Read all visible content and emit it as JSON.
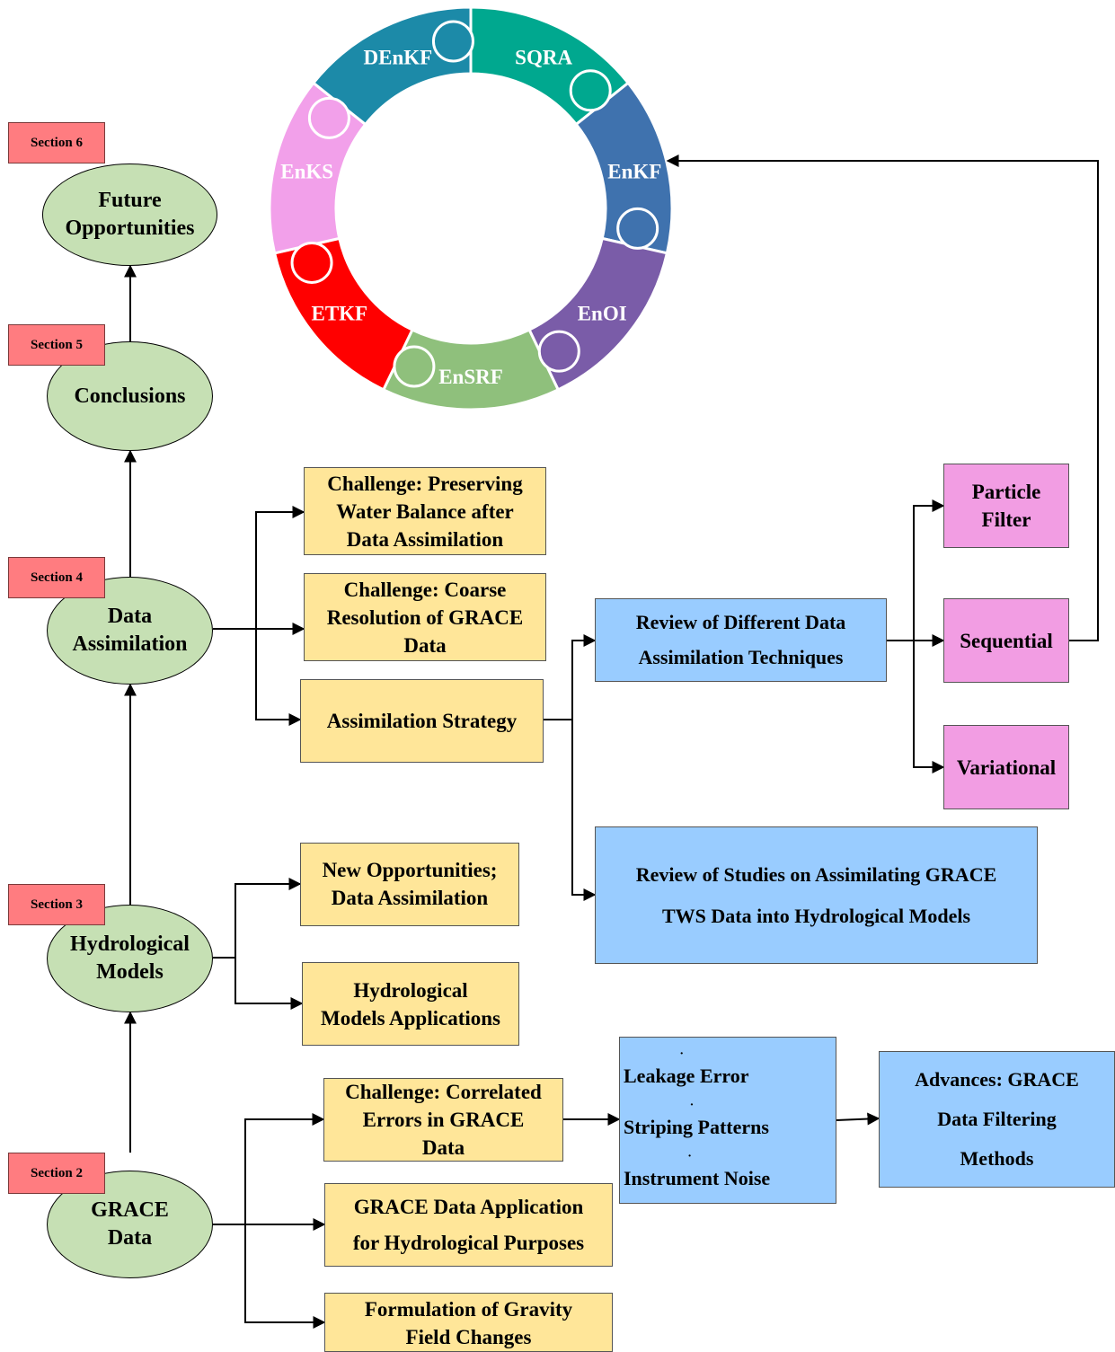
{
  "colors": {
    "section_tag": "#ff7c80",
    "ellipse": "#c6e0b4",
    "yellow_box": "#ffe699",
    "blue_box": "#99ccff",
    "pink_box": "#f29de3"
  },
  "wheel": {
    "pieces": [
      {
        "label": "SQRA",
        "color": "#00a88f"
      },
      {
        "label": "EnKF",
        "color": "#3f72ae"
      },
      {
        "label": "EnOI",
        "color": "#7a5ca8"
      },
      {
        "label": "EnSRF",
        "color": "#8fc07c"
      },
      {
        "label": "ETKF",
        "color": "#ff0000"
      },
      {
        "label": "EnKS",
        "color": "#f2a0ea"
      },
      {
        "label": "DEnKF",
        "color": "#1c8aa8"
      }
    ]
  },
  "sections": {
    "s6": {
      "tag": "Section 6",
      "l1": "Future",
      "l2": "Opportunities"
    },
    "s5": {
      "tag": "Section 5",
      "l1": "Conclusions"
    },
    "s4": {
      "tag": "Section 4",
      "l1": "Data",
      "l2": "Assimilation"
    },
    "s3": {
      "tag": "Section 3",
      "l1": "Hydrological",
      "l2": "Models"
    },
    "s2": {
      "tag": "Section 2",
      "l1": "GRACE",
      "l2": "Data"
    }
  },
  "boxes": {
    "water_balance": {
      "l1": "Challenge: Preserving",
      "l2": "Water Balance after",
      "l3": "Data Assimilation"
    },
    "coarse_res": {
      "l1": "Challenge: Coarse",
      "l2": "Resolution of GRACE",
      "l3": "Data"
    },
    "strategy": {
      "l1": "Assimilation Strategy"
    },
    "review_techniques": {
      "l1": "Review of Different Data",
      "l2": "Assimilation Techniques"
    },
    "review_studies": {
      "l1": "Review of Studies on Assimilating GRACE",
      "l2": "TWS Data into Hydrological Models"
    },
    "particle": {
      "l1": "Particle",
      "l2": "Filter"
    },
    "sequential": {
      "l1": "Sequential"
    },
    "variational": {
      "l1": "Variational"
    },
    "new_opps": {
      "l1": "New Opportunities;",
      "l2": "Data Assimilation"
    },
    "hydro_apps": {
      "l1": "Hydrological",
      "l2": "Models Applications"
    },
    "correlated": {
      "l1": "Challenge: Correlated",
      "l2": "Errors in GRACE",
      "l3": "Data"
    },
    "errors_list": {
      "bullet": "·",
      "i1": "Leakage Error",
      "i2": "Striping Patterns",
      "i3": "Instrument Noise"
    },
    "advances": {
      "l1": "Advances: GRACE",
      "l2": "Data Filtering",
      "l3": "Methods"
    },
    "grace_app": {
      "l1": "GRACE Data Application",
      "l2": "for Hydrological Purposes"
    },
    "gravity": {
      "l1": "Formulation of Gravity",
      "l2": "Field Changes"
    }
  }
}
